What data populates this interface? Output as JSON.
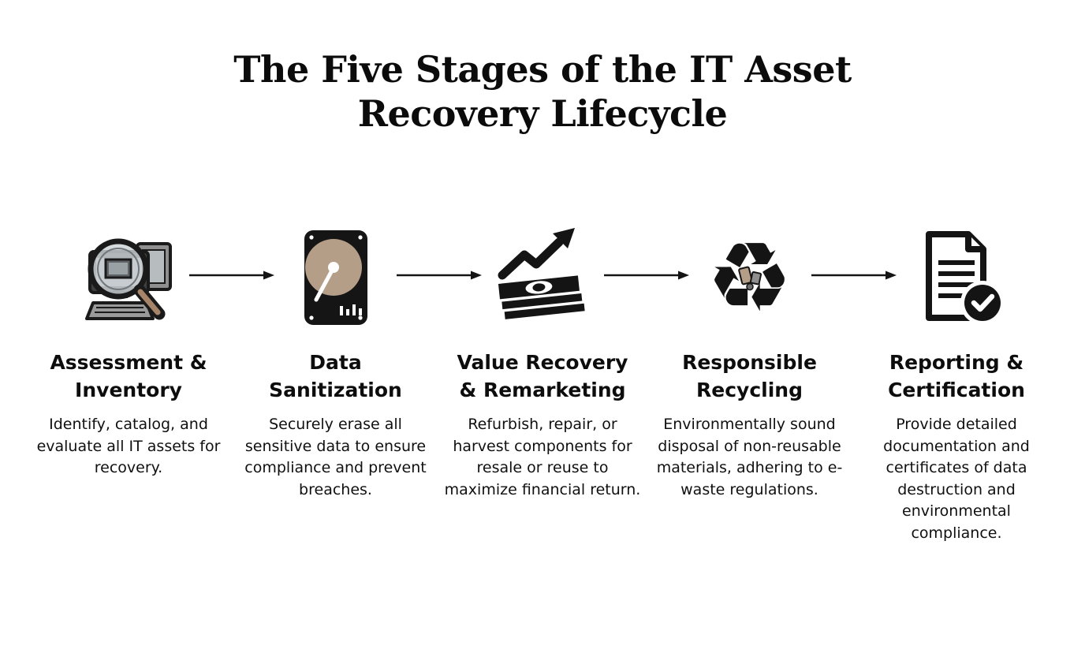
{
  "title": "The Five Stages of the IT Asset\nRecovery Lifecycle",
  "stages": [
    {
      "icon": "magnifier-computers-icon",
      "title": "Assessment &\nInventory",
      "description": "Identify, catalog, and evaluate all IT assets for recovery."
    },
    {
      "icon": "hard-drive-icon",
      "title": "Data\nSanitization",
      "description": "Securely erase all sensitive data to ensure compliance and prevent breaches."
    },
    {
      "icon": "money-growth-arrow-icon",
      "title": "Value Recovery\n& Remarketing",
      "description": "Refurbish, repair, or harvest components for resale or reuse to maximize financial return."
    },
    {
      "icon": "recycling-symbol-icon",
      "title": "Responsible\nRecycling",
      "description": "Environmentally sound disposal of non-reusable materials, adhering to e-waste regulations."
    },
    {
      "icon": "document-checkmark-icon",
      "title": "Reporting &\nCertification",
      "description": "Provide detailed documentation and certificates of data destruction and environmental compliance."
    }
  ],
  "colors": {
    "background": "#ffffff",
    "text": "#111111",
    "icon_black": "#141414",
    "platter_tan": "#b59e88",
    "handle_tan": "#a5846a",
    "device_gray": "#8f8f8f"
  }
}
